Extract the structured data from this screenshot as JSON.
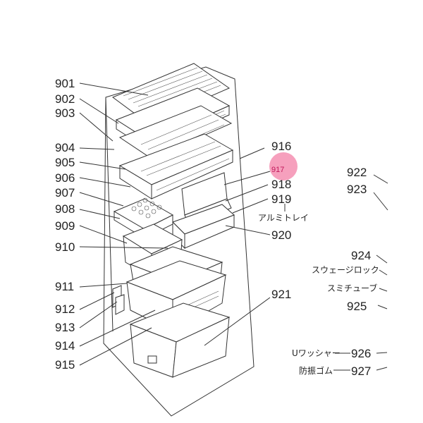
{
  "highlight": {
    "number": "917",
    "color": "#f48fb1"
  },
  "left_labels": [
    {
      "id": "901",
      "text": "901"
    },
    {
      "id": "902",
      "text": "902"
    },
    {
      "id": "903",
      "text": "903"
    },
    {
      "id": "904",
      "text": "904"
    },
    {
      "id": "905",
      "text": "905"
    },
    {
      "id": "906",
      "text": "906"
    },
    {
      "id": "907",
      "text": "907"
    },
    {
      "id": "908",
      "text": "908"
    },
    {
      "id": "909",
      "text": "909"
    },
    {
      "id": "910",
      "text": "910"
    },
    {
      "id": "911",
      "text": "911"
    },
    {
      "id": "912",
      "text": "912"
    },
    {
      "id": "913",
      "text": "913"
    },
    {
      "id": "914",
      "text": "914"
    },
    {
      "id": "915",
      "text": "915"
    }
  ],
  "mid_labels": [
    {
      "id": "916",
      "text": "916"
    },
    {
      "id": "918",
      "text": "918"
    },
    {
      "id": "919",
      "text": "919"
    },
    {
      "id": "919-note",
      "text": "アルミトレイ"
    },
    {
      "id": "920",
      "text": "920"
    },
    {
      "id": "921",
      "text": "921"
    }
  ],
  "right_labels": [
    {
      "id": "922",
      "text": "922"
    },
    {
      "id": "923",
      "text": "923"
    },
    {
      "id": "924",
      "text": "924"
    },
    {
      "id": "swage",
      "text": "スウェージロック"
    },
    {
      "id": "sumi",
      "text": "スミチューブ"
    },
    {
      "id": "925",
      "text": "925"
    },
    {
      "id": "uwasher",
      "text": "Uワッシャー"
    },
    {
      "id": "926",
      "text": "926"
    },
    {
      "id": "bouhin",
      "text": "防振ゴム"
    },
    {
      "id": "927",
      "text": "927"
    }
  ]
}
